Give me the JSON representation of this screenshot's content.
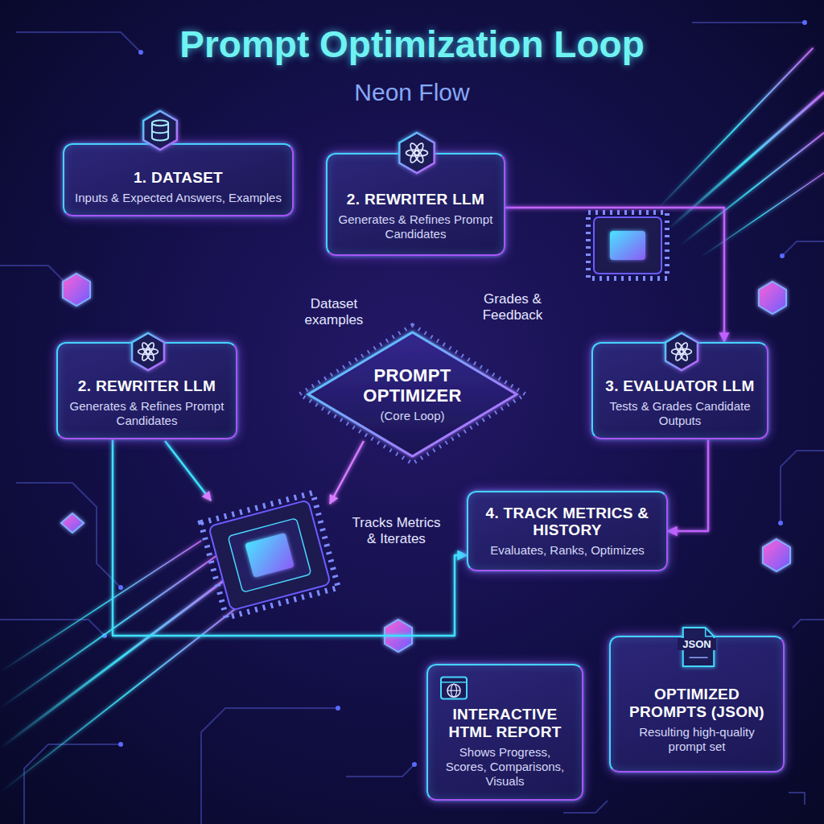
{
  "diagram": {
    "title": "Prompt Optimization Loop",
    "nodes": [
      {
        "text": [
          "1. DATASET",
          "Inputs & Expected Answers, Examples"
        ]
      },
      {
        "text": [
          "2. REWRITER LLM",
          "Generates & Refines Prompt Candidates"
        ]
      },
      {
        "text": [
          "2. REWRITER LLM",
          "Generates & Refines Prompt Candidates"
        ]
      },
      {
        "text": [
          "PROMPT OPTIMIZER",
          "(Core Loop)"
        ]
      },
      {
        "text": [
          "3. EVALUATOR LLM",
          "Tests & Grades Candidate Outputs"
        ]
      },
      {
        "text": [
          "4. TRACK METRICS & HISTORY",
          "Evaluates, Ranks, Optimizes"
        ]
      },
      {
        "text": [
          "INTERACTIVE HTML REPORT",
          "Shows Progress, Scores, Comparisons, Visuals"
        ]
      },
      {
        "text": [
          "OPTIMIZED PROMPTS (JSON)",
          "Resulting high-quality prompt set"
        ]
      }
    ],
    "edges": [
      {
        "from": 0,
        "to": 1,
        "arrow": "to"
      },
      {
        "from": 0,
        "to": 2,
        "arrow": "to"
      },
      {
        "from": 1,
        "to": 3,
        "arrow": "to"
      },
      {
        "from": 3,
        "to": 1,
        "arrow": "to"
      },
      {
        "from": 2,
        "to": 3,
        "arrow": "to"
      },
      {
        "from": 3,
        "to": 2,
        "arrow": "to"
      },
      {
        "from": 3,
        "to": 4,
        "arrow": "to"
      },
      {
        "from": 4,
        "to": 3,
        "arrow": "to"
      },
      {
        "from": 1,
        "to": 4,
        "arrow": "to"
      },
      {
        "from": 4,
        "to": 5,
        "arrow": "to"
      },
      {
        "from": 3,
        "to": 5,
        "arrow": "both"
      },
      {
        "from": 3,
        "to": 5,
        "arrow": "both"
      },
      {
        "from": 5,
        "to": 7,
        "arrow": "to"
      },
      {
        "from": 5,
        "to": 6,
        "arrow": "to"
      },
      {
        "from": 6,
        "to": 7,
        "arrow": "to"
      },
      {
        "from": 2,
        "to": 5,
        "arrow": "to"
      }
    ],
    "labels": [
      "Neon Flow",
      "Dataset examples",
      "Grades & Feedback",
      "Tracks Metrics & Iterates",
      "JSON"
    ]
  }
}
